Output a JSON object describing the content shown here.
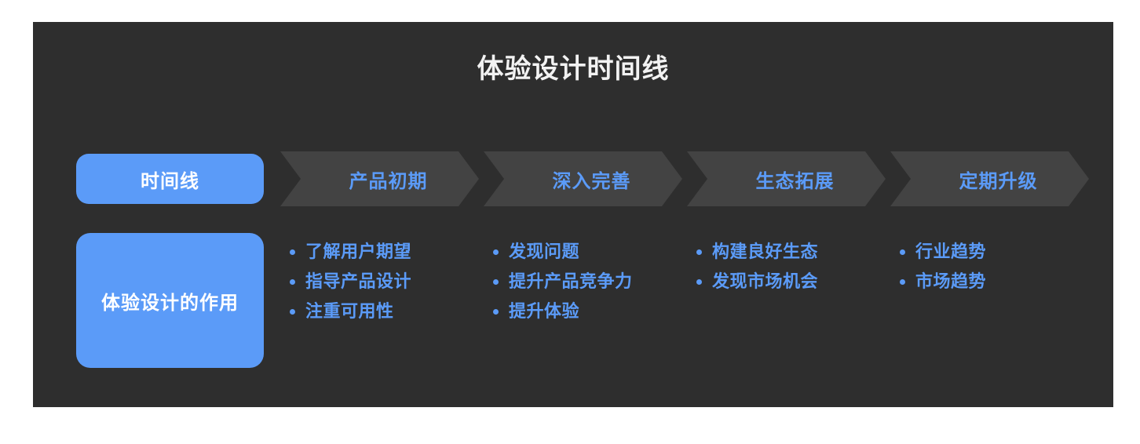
{
  "page": {
    "background": "#ffffff",
    "panel_color": "#2e2e2e",
    "accent_color": "#5b9bf8",
    "chevron_color": "#434343",
    "title": "体验设计时间线"
  },
  "timeline": {
    "phase_row_label": "时间线",
    "role_row_label": "体验设计的作用",
    "phases": [
      {
        "name": "产品初期",
        "items": [
          "了解用户期望",
          "指导产品设计",
          "注重可用性"
        ]
      },
      {
        "name": "深入完善",
        "items": [
          "发现问题",
          "提升产品竞争力",
          "提升体验"
        ]
      },
      {
        "name": "生态拓展",
        "items": [
          "构建良好生态",
          "发现市场机会"
        ]
      },
      {
        "name": "定期升级",
        "items": [
          "行业趋势",
          "市场趋势"
        ]
      }
    ]
  }
}
